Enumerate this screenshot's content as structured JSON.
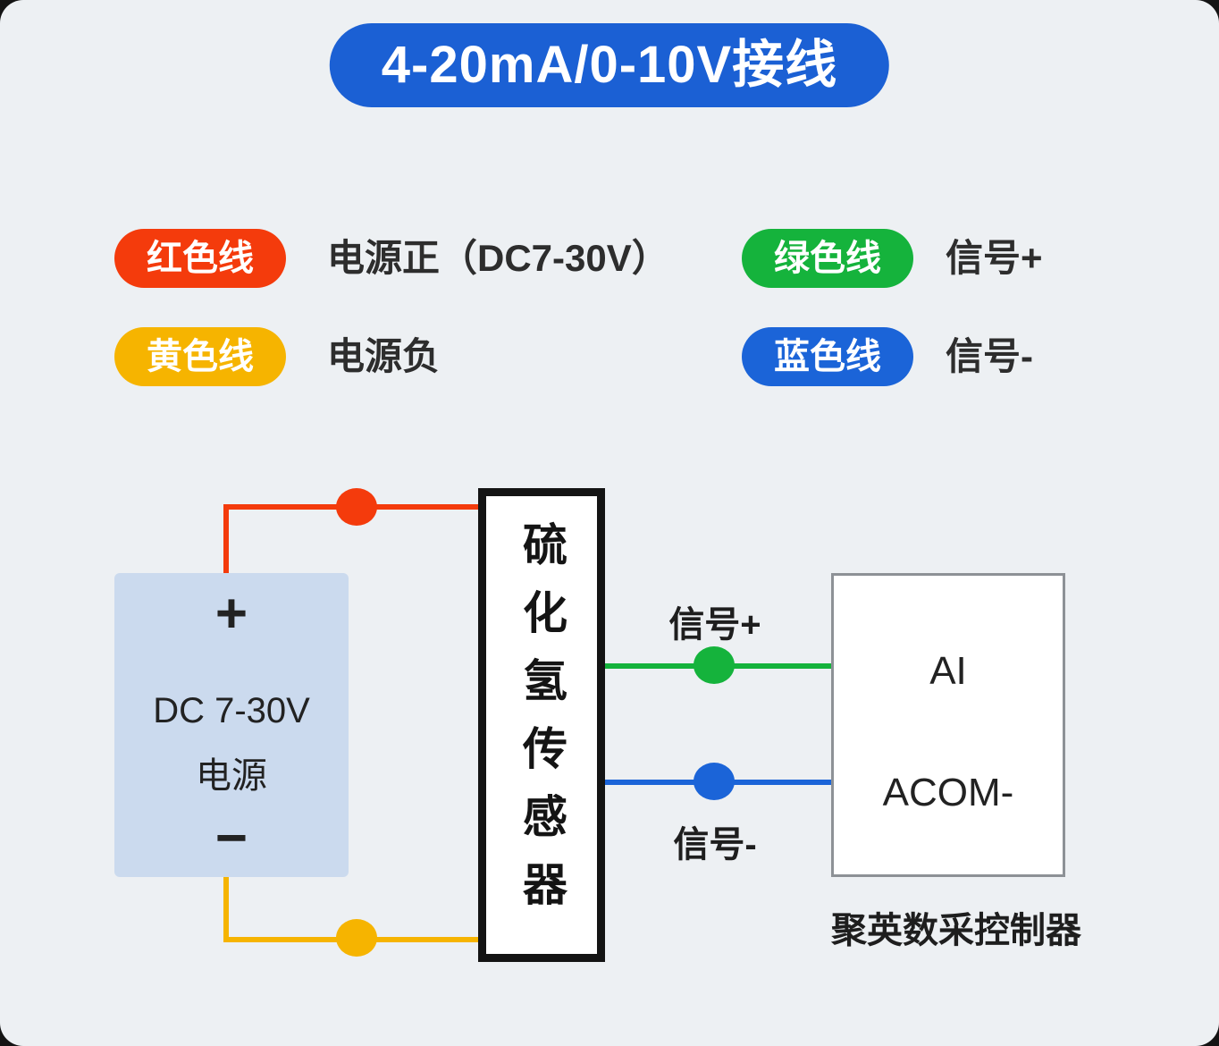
{
  "title": "4-20mA/0-10V接线",
  "legend": {
    "red": {
      "label": "红色线",
      "desc": "电源正（DC7-30V）"
    },
    "yellow": {
      "label": "黄色线",
      "desc": "电源负"
    },
    "green": {
      "label": "绿色线",
      "desc": "信号+"
    },
    "blue": {
      "label": "蓝色线",
      "desc": "信号-"
    }
  },
  "diagram": {
    "power": {
      "plus": "+",
      "line1": "DC 7-30V",
      "line2": "电源",
      "minus": "−"
    },
    "sensor": {
      "label": "硫化氢传感器"
    },
    "controller": {
      "port_top": "AI",
      "port_bottom": "ACOM-",
      "caption": "聚英数采控制器"
    },
    "wires": {
      "signal_plus_label": "信号+",
      "signal_minus_label": "信号-"
    }
  },
  "colors": {
    "title_bg": "#1b60d4",
    "red": "#f43b0c",
    "yellow": "#f6b400",
    "green": "#15b33c",
    "blue": "#1b64d8",
    "power_box_bg": "#cbdaee",
    "canvas_bg": "#edf0f3"
  }
}
